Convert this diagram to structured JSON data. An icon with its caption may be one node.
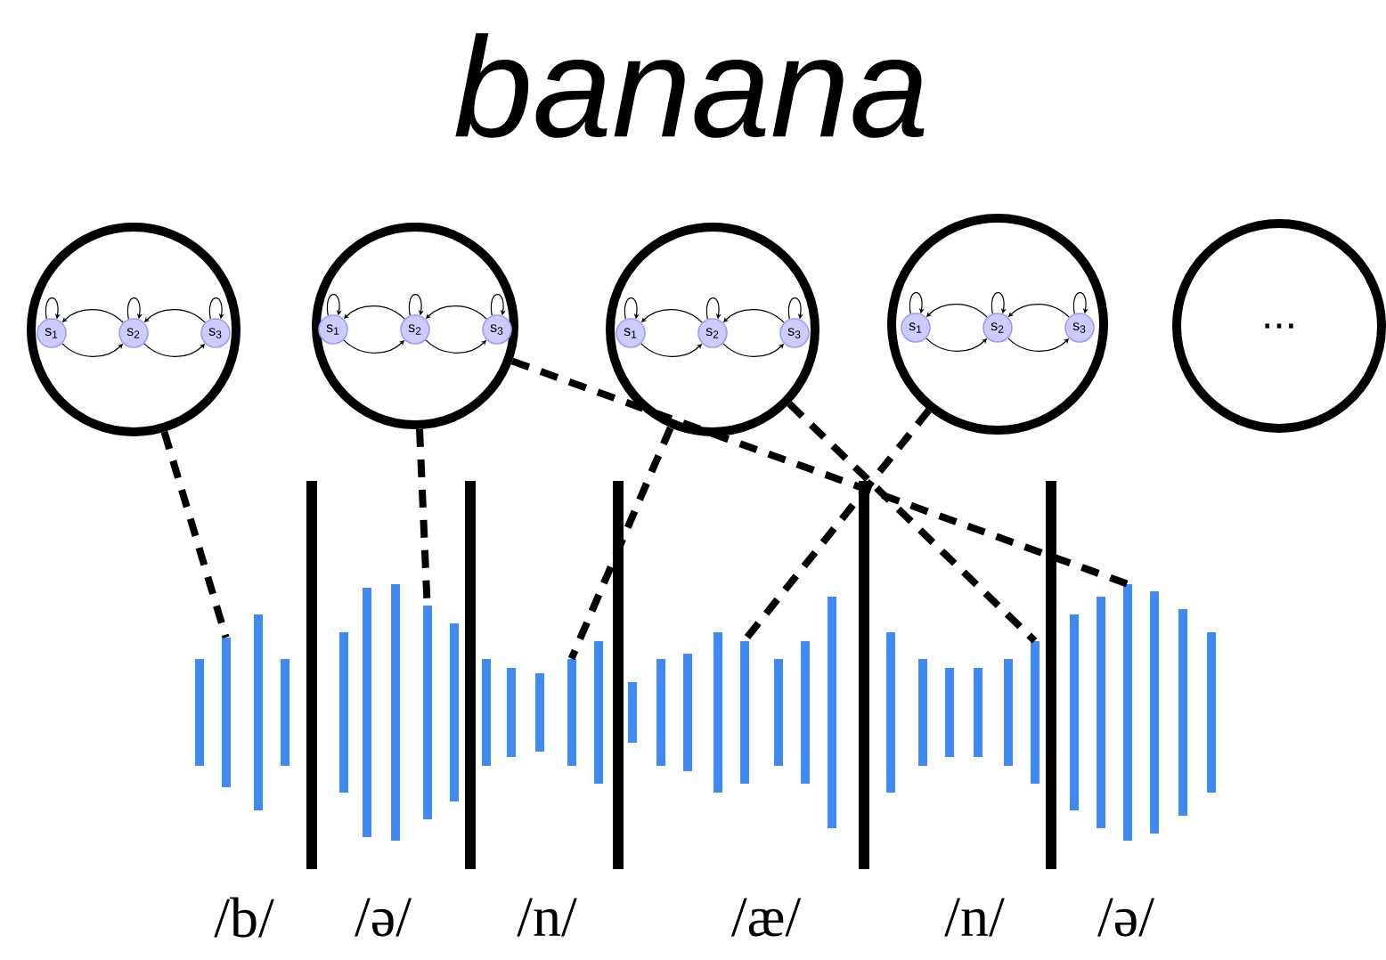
{
  "diagram": {
    "title": "banana",
    "nodes": [
      {
        "text": [],
        "shape": "circle"
      },
      {
        "text": [
          "s$_{1}$"
        ],
        "in": 0
      },
      {
        "text": [
          "s$_{2}$"
        ],
        "in": 0
      },
      {
        "text": [
          "s$_{3}$"
        ],
        "in": 0
      },
      {
        "text": [],
        "shape": "circle"
      },
      {
        "text": [
          "s$_{1}$"
        ],
        "in": 4
      },
      {
        "text": [
          "s$_{2}$"
        ],
        "in": 4
      },
      {
        "text": [
          "s$_{3}$"
        ],
        "in": 4
      },
      {
        "text": [],
        "shape": "circle"
      },
      {
        "text": [
          "s$_{1}$"
        ],
        "in": 8
      },
      {
        "text": [
          "s$_{2}$"
        ],
        "in": 8
      },
      {
        "text": [
          "s$_{3}$"
        ],
        "in": 8
      },
      {
        "text": [],
        "shape": "circle"
      },
      {
        "text": [
          "s$_{1}$"
        ],
        "in": 12
      },
      {
        "text": [
          "s$_{2}$"
        ],
        "in": 12
      },
      {
        "text": [
          "s$_{3}$"
        ],
        "in": 12
      },
      {
        "text": [
          "..."
        ]
      },
      {
        "text": [],
        "shape": "picture",
        "beside": [
          "/b/"
        ]
      },
      {
        "text": [],
        "shape": "picture",
        "beside": [
          "/ə/"
        ]
      },
      {
        "text": [],
        "shape": "picture",
        "beside": [
          "/n/"
        ]
      },
      {
        "text": [],
        "shape": "picture",
        "beside": [
          "/æ/"
        ]
      },
      {
        "text": [],
        "shape": "picture",
        "beside": [
          "/n/"
        ]
      },
      {
        "text": [],
        "shape": "picture",
        "beside": [
          "/ə/"
        ]
      }
    ],
    "edges": [
      {
        "from": 1,
        "to": 1,
        "arrow": "to"
      },
      {
        "from": 2,
        "to": 2,
        "arrow": "to"
      },
      {
        "from": 3,
        "to": 3,
        "arrow": "to"
      },
      {
        "from": 1,
        "to": 2,
        "arrow": "to"
      },
      {
        "from": 2,
        "to": 1,
        "arrow": "to"
      },
      {
        "from": 2,
        "to": 3,
        "arrow": "to"
      },
      {
        "from": 3,
        "to": 2,
        "arrow": "to"
      },
      {
        "from": 5,
        "to": 5,
        "arrow": "to"
      },
      {
        "from": 6,
        "to": 6,
        "arrow": "to"
      },
      {
        "from": 7,
        "to": 7,
        "arrow": "to"
      },
      {
        "from": 5,
        "to": 6,
        "arrow": "to"
      },
      {
        "from": 6,
        "to": 5,
        "arrow": "to"
      },
      {
        "from": 6,
        "to": 7,
        "arrow": "to"
      },
      {
        "from": 7,
        "to": 6,
        "arrow": "to"
      },
      {
        "from": 9,
        "to": 9,
        "arrow": "to"
      },
      {
        "from": 10,
        "to": 10,
        "arrow": "to"
      },
      {
        "from": 11,
        "to": 11,
        "arrow": "to"
      },
      {
        "from": 9,
        "to": 10,
        "arrow": "to"
      },
      {
        "from": 10,
        "to": 9,
        "arrow": "to"
      },
      {
        "from": 10,
        "to": 11,
        "arrow": "to"
      },
      {
        "from": 11,
        "to": 10,
        "arrow": "to"
      },
      {
        "from": 13,
        "to": 13,
        "arrow": "to"
      },
      {
        "from": 14,
        "to": 14,
        "arrow": "to"
      },
      {
        "from": 15,
        "to": 15,
        "arrow": "to"
      },
      {
        "from": 13,
        "to": 14,
        "arrow": "to"
      },
      {
        "from": 14,
        "to": 13,
        "arrow": "to"
      },
      {
        "from": 14,
        "to": 15,
        "arrow": "to"
      },
      {
        "from": 15,
        "to": 14,
        "arrow": "to"
      },
      {
        "from": 0,
        "to": 17,
        "arrow": "none",
        "style": "dashed"
      },
      {
        "from": 4,
        "to": 18,
        "arrow": "none",
        "style": "dashed"
      },
      {
        "from": 4,
        "to": 22,
        "arrow": "none",
        "style": "dashed"
      },
      {
        "from": 8,
        "to": 19,
        "arrow": "none",
        "style": "dashed"
      },
      {
        "from": 8,
        "to": 21,
        "arrow": "none",
        "style": "dashed"
      },
      {
        "from": 12,
        "to": 20,
        "arrow": "none",
        "style": "dashed"
      }
    ]
  }
}
